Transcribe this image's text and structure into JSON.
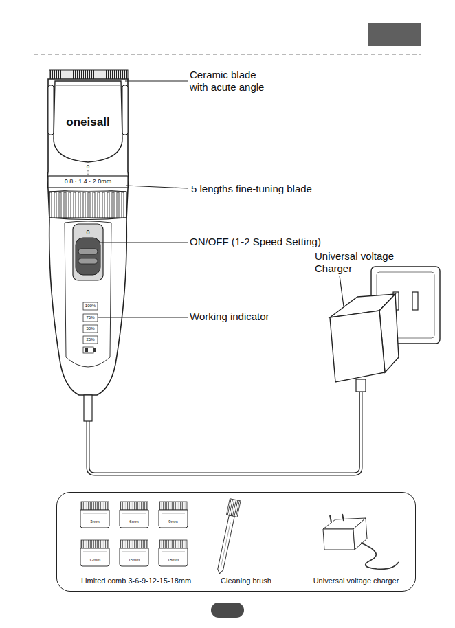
{
  "diagram": {
    "nodes": [
      {
        "text": [
          "Limited comb 3-6-9-12-15-18mm",
          "Cleaning brush",
          "Universal voltage charger"
        ]
      }
    ],
    "labels": [
      "Ceramic blade with acute angle",
      "oneisall",
      "0",
      "0.8 · 1.4 · 2.0mm",
      "5 lengths fine-tuning blade",
      "0",
      "ON/OFF (1-2 Speed Setting)",
      "Universal voltage Charger",
      "Working indicator",
      "100%",
      "75%",
      "50%",
      "25%",
      "3mm",
      "6mm",
      "9mm",
      "12mm",
      "15mm",
      "18mm"
    ]
  }
}
